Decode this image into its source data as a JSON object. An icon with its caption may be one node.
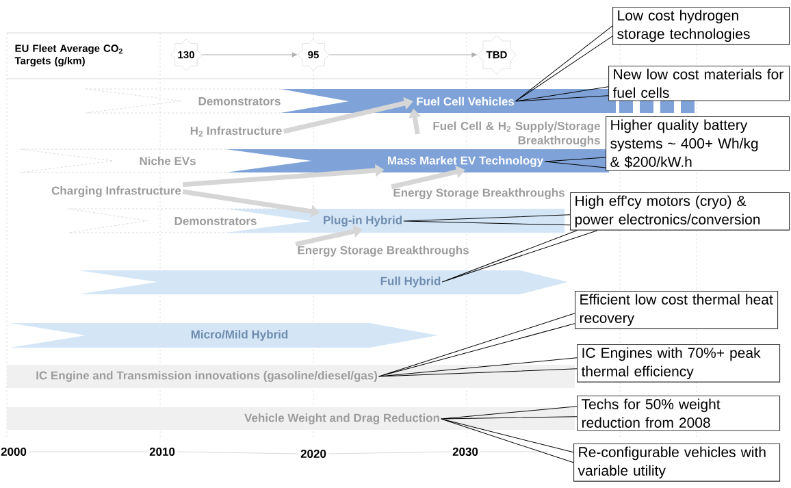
{
  "diagram": {
    "nodes": [
      {
        "text": [
          "130"
        ]
      },
      {
        "text": [
          "95"
        ]
      },
      {
        "text": [
          "TBD"
        ]
      },
      {
        "text": [
          "Low cost hydrogen storage technologies"
        ]
      },
      {
        "text": [
          "New low cost materials for fuel cells"
        ]
      },
      {
        "text": [
          "Demonstrators"
        ]
      },
      {
        "text": [
          "Fuel Cell Vehicles"
        ]
      },
      {
        "text": [
          "H$_{2}$ Infrastructure"
        ]
      },
      {
        "text": [
          "Fuel Cell & H$_{2}$ Supply/Storage Breakthroughs"
        ]
      },
      {
        "text": [
          "Higher quality battery systems ~ 400+ Wh/kg & $200/kW.h"
        ]
      },
      {
        "text": [
          "Niche EVs"
        ]
      },
      {
        "text": [
          "Mass Market EV Technology"
        ]
      },
      {
        "text": [
          "Charging Infrastructure"
        ]
      },
      {
        "text": [
          "Energy Storage Breakthroughs"
        ]
      },
      {
        "text": [
          "High eff'cy motors (cryo) & power electronics/conversion"
        ]
      },
      {
        "text": [
          "Demonstrators"
        ]
      },
      {
        "text": [
          "Plug-in Hybrid"
        ]
      },
      {
        "text": [
          "Energy Storage Breakthroughs"
        ]
      },
      {
        "text": [
          "Full Hybrid"
        ]
      },
      {
        "text": [
          "Efficient low cost thermal heat recovery"
        ]
      },
      {
        "text": [
          "Micro/Mild Hybrid"
        ]
      },
      {
        "text": [
          "IC Engine and Transmission innovations (gasoline/diesel/gas)"
        ]
      },
      {
        "text": [
          "IC Engines with 70%+ peak thermal efficiency"
        ]
      },
      {
        "text": [
          "Vehicle Weight and Drag Reduction"
        ]
      },
      {
        "text": [
          "Techs for 50% weight reduction from 2008"
        ]
      },
      {
        "text": [
          "Re-configurable vehicles with variable utility"
        ]
      }
    ],
    "edges": [
      {
        "from": 0,
        "to": 1,
        "arrow": "to",
        "color": "#b0b0b0"
      },
      {
        "from": 1,
        "to": 2,
        "arrow": "to",
        "color": "#b0b0b0"
      },
      {
        "from": 7,
        "to": 6,
        "arrow": "to",
        "style": "thick",
        "color": "#d6d6d6"
      },
      {
        "from": 8,
        "to": 6,
        "arrow": "to",
        "style": "thick",
        "color": "#d6d6d6"
      },
      {
        "from": 12,
        "to": 11,
        "arrow": "to",
        "style": "thick",
        "color": "#d6d6d6"
      },
      {
        "from": 12,
        "to": 16,
        "arrow": "to",
        "style": "thick",
        "color": "#d6d6d6"
      },
      {
        "from": 13,
        "to": 11,
        "arrow": "to",
        "style": "thick",
        "color": "#d6d6d6"
      },
      {
        "from": 17,
        "to": 16,
        "arrow": "to",
        "style": "thick",
        "color": "#d6d6d6"
      },
      {
        "from": 3,
        "to": 6,
        "arrow": "none"
      },
      {
        "from": 4,
        "to": 6,
        "arrow": "none"
      },
      {
        "from": 9,
        "to": 11,
        "arrow": "none"
      },
      {
        "from": 14,
        "to": 16,
        "arrow": "none"
      },
      {
        "from": 14,
        "to": 18,
        "arrow": "none"
      },
      {
        "from": 19,
        "to": 21,
        "arrow": "none"
      },
      {
        "from": 22,
        "to": 21,
        "arrow": "none"
      },
      {
        "from": 24,
        "to": 23,
        "arrow": "none"
      },
      {
        "from": 25,
        "to": 23,
        "arrow": "none"
      }
    ],
    "labels": [
      "EU Fleet Average CO$_{2}$ Targets (g/km)",
      "2000",
      "2010",
      "2020",
      "2030"
    ]
  }
}
